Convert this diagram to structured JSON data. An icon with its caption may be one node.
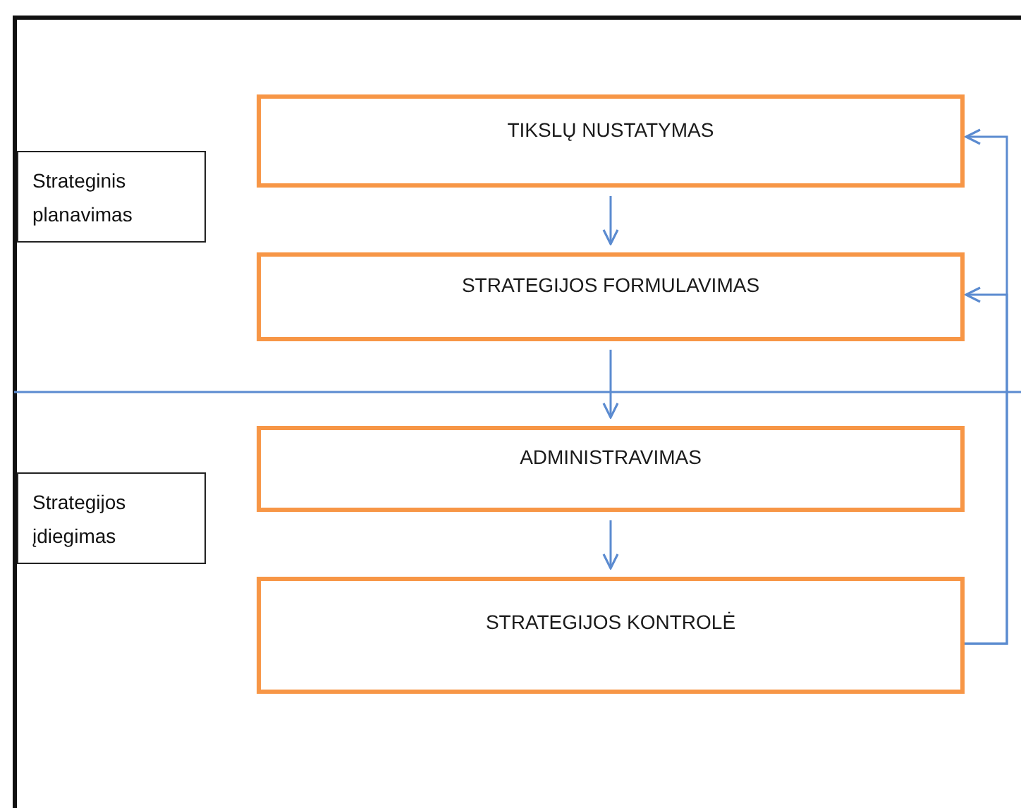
{
  "diagram": {
    "nodes": [
      {
        "text": [
          "Strateginis planavimas"
        ]
      },
      {
        "text": [
          "TIKSLŲ NUSTATYMAS"
        ]
      },
      {
        "text": [
          "STRATEGIJOS FORMULAVIMAS"
        ]
      },
      {
        "text": [
          "Strategijos įdiegimas"
        ]
      },
      {
        "text": [
          "ADMINISTRAVIMAS"
        ]
      },
      {
        "text": [
          "STRATEGIJOS KONTROLĖ"
        ]
      }
    ],
    "edges": [
      {
        "from": 1,
        "to": 2,
        "arrow": "to"
      },
      {
        "from": 2,
        "to": 4,
        "arrow": "to"
      },
      {
        "from": 4,
        "to": 5,
        "arrow": "to"
      },
      {
        "from": 5,
        "to": 1,
        "arrow": "to"
      },
      {
        "from": 5,
        "to": 2,
        "arrow": "to"
      }
    ]
  }
}
